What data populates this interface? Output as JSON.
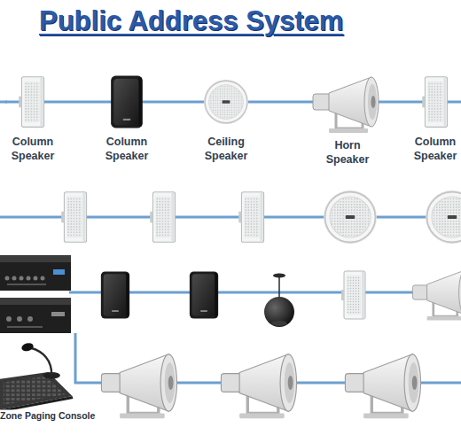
{
  "diagram": {
    "title": "Public Address System",
    "nodes": [
      {
        "text": [
          "Column Speaker"
        ]
      },
      {
        "text": [
          "Column Speaker"
        ]
      },
      {
        "text": [
          "Ceiling Speaker"
        ]
      },
      {
        "text": [
          "Horn Speaker"
        ]
      },
      {
        "text": [
          "Column Speaker"
        ]
      },
      {
        "text": [
          "Zone Paging Console"
        ]
      }
    ],
    "edges": [
      {
        "from": 0,
        "to": 1,
        "arrow": "none"
      },
      {
        "from": 1,
        "to": 2,
        "arrow": "none"
      },
      {
        "from": 2,
        "to": 3,
        "arrow": "none"
      },
      {
        "from": 3,
        "to": 4,
        "arrow": "none"
      }
    ]
  }
}
